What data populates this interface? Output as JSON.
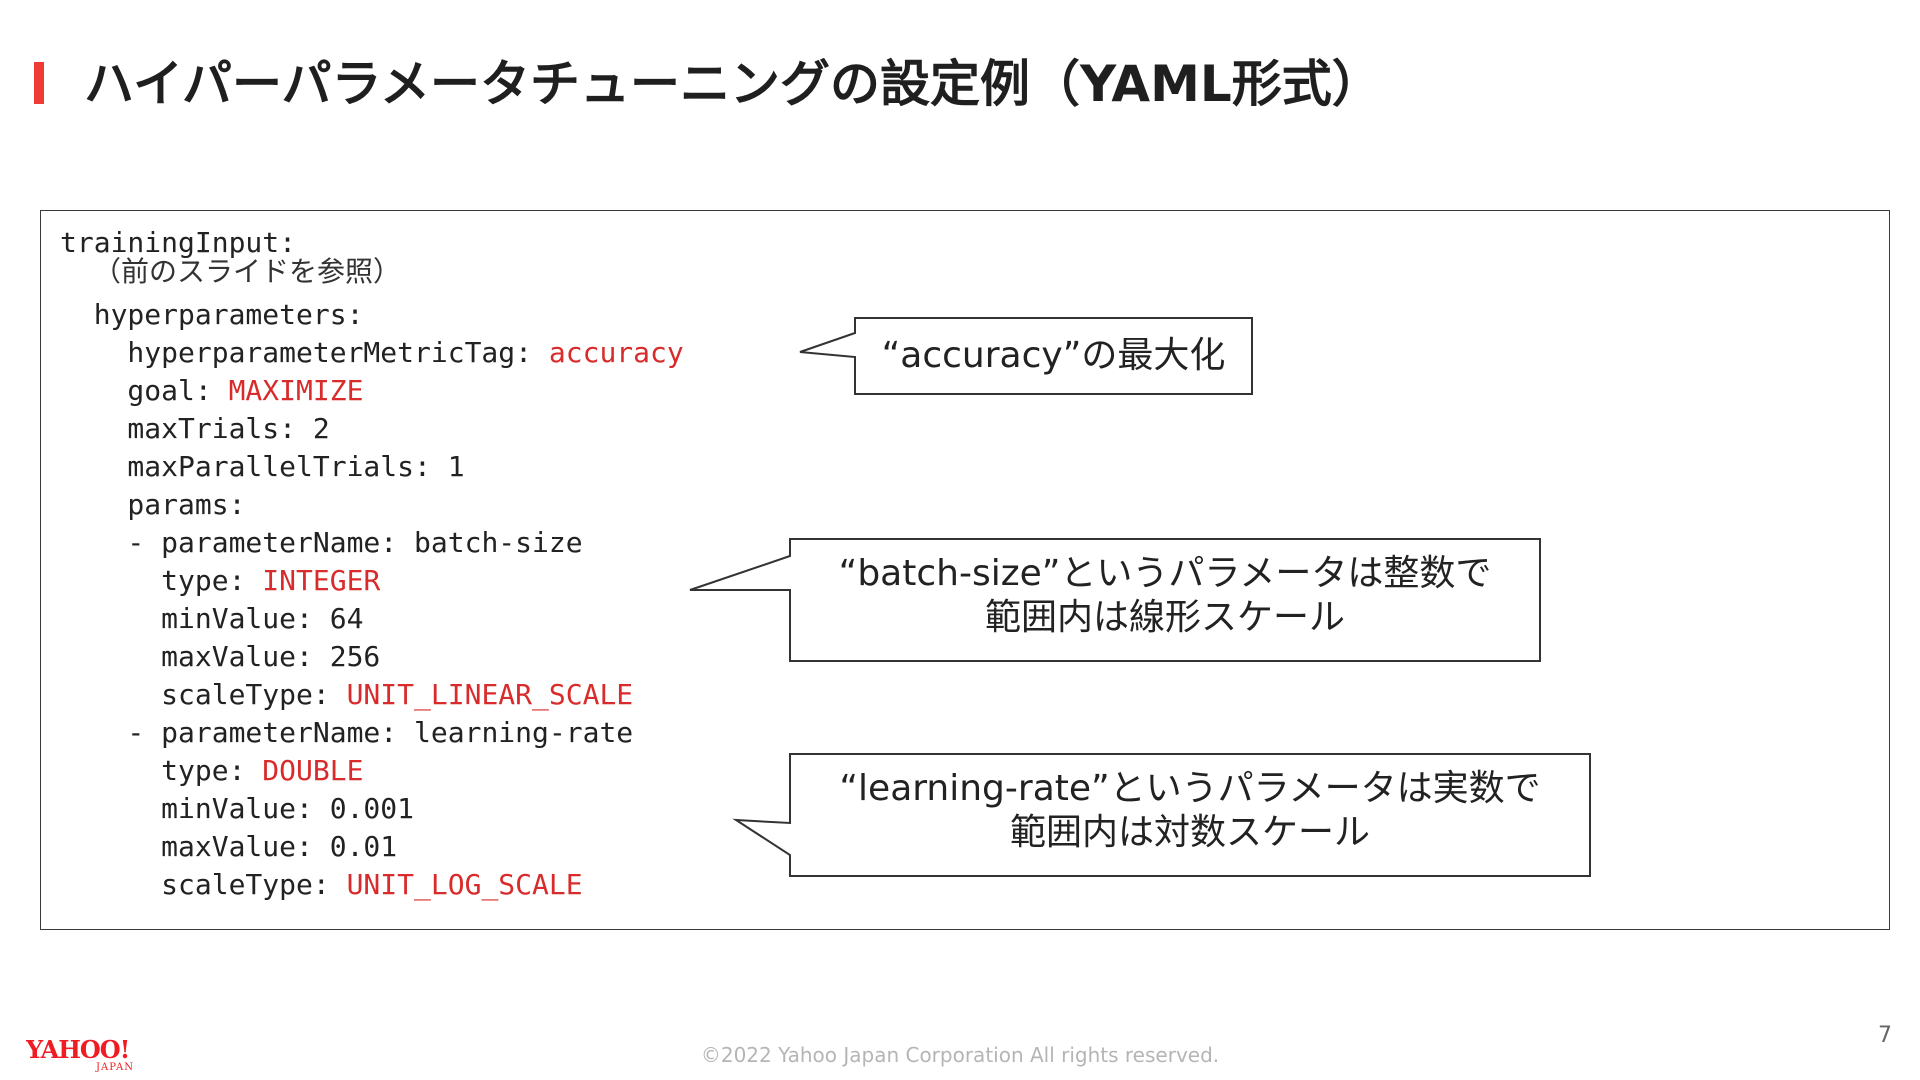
{
  "slide": {
    "title": "ハイパーパラメータチューニングの設定例（YAML形式）",
    "copyright": "©2022 Yahoo Japan Corporation All rights reserved.",
    "page_number": "7",
    "logo_text": "YAHOO! JAPAN",
    "accent_color": "#ef3b36",
    "value_color": "#d92b2b"
  },
  "code": {
    "lines": [
      {
        "key": "trainingInput:",
        "value": ""
      },
      {
        "key": "（前のスライドを参照）",
        "value": ""
      },
      {
        "key": "  hyperparameters:",
        "value": ""
      },
      {
        "key": "    hyperparameterMetricTag: ",
        "value": "accuracy"
      },
      {
        "key": "    goal: ",
        "value": "MAXIMIZE"
      },
      {
        "key": "    maxTrials: ",
        "value": "2"
      },
      {
        "key": "    maxParallelTrials: ",
        "value": "1"
      },
      {
        "key": "    params:",
        "value": ""
      },
      {
        "key": "    - parameterName: ",
        "value": "batch-size"
      },
      {
        "key": "      type: ",
        "value": "INTEGER"
      },
      {
        "key": "      minValue: ",
        "value": "64"
      },
      {
        "key": "      maxValue: ",
        "value": "256"
      },
      {
        "key": "      scaleType: ",
        "value": "UNIT_LINEAR_SCALE"
      },
      {
        "key": "    - parameterName: ",
        "value": "learning-rate"
      },
      {
        "key": "      type: ",
        "value": "DOUBLE"
      },
      {
        "key": "      minValue: ",
        "value": "0.001"
      },
      {
        "key": "      maxValue: ",
        "value": "0.01"
      },
      {
        "key": "      scaleType: ",
        "value": "UNIT_LOG_SCALE"
      }
    ]
  },
  "callouts": {
    "accuracy": {
      "line1": "“accuracy”の最大化"
    },
    "batch_size": {
      "line1": "“batch-size”というパラメータは整数で",
      "line2": "範囲内は線形スケール"
    },
    "learning_rate": {
      "line1": "“learning-rate”というパラメータは実数で",
      "line2": "範囲内は対数スケール"
    }
  }
}
